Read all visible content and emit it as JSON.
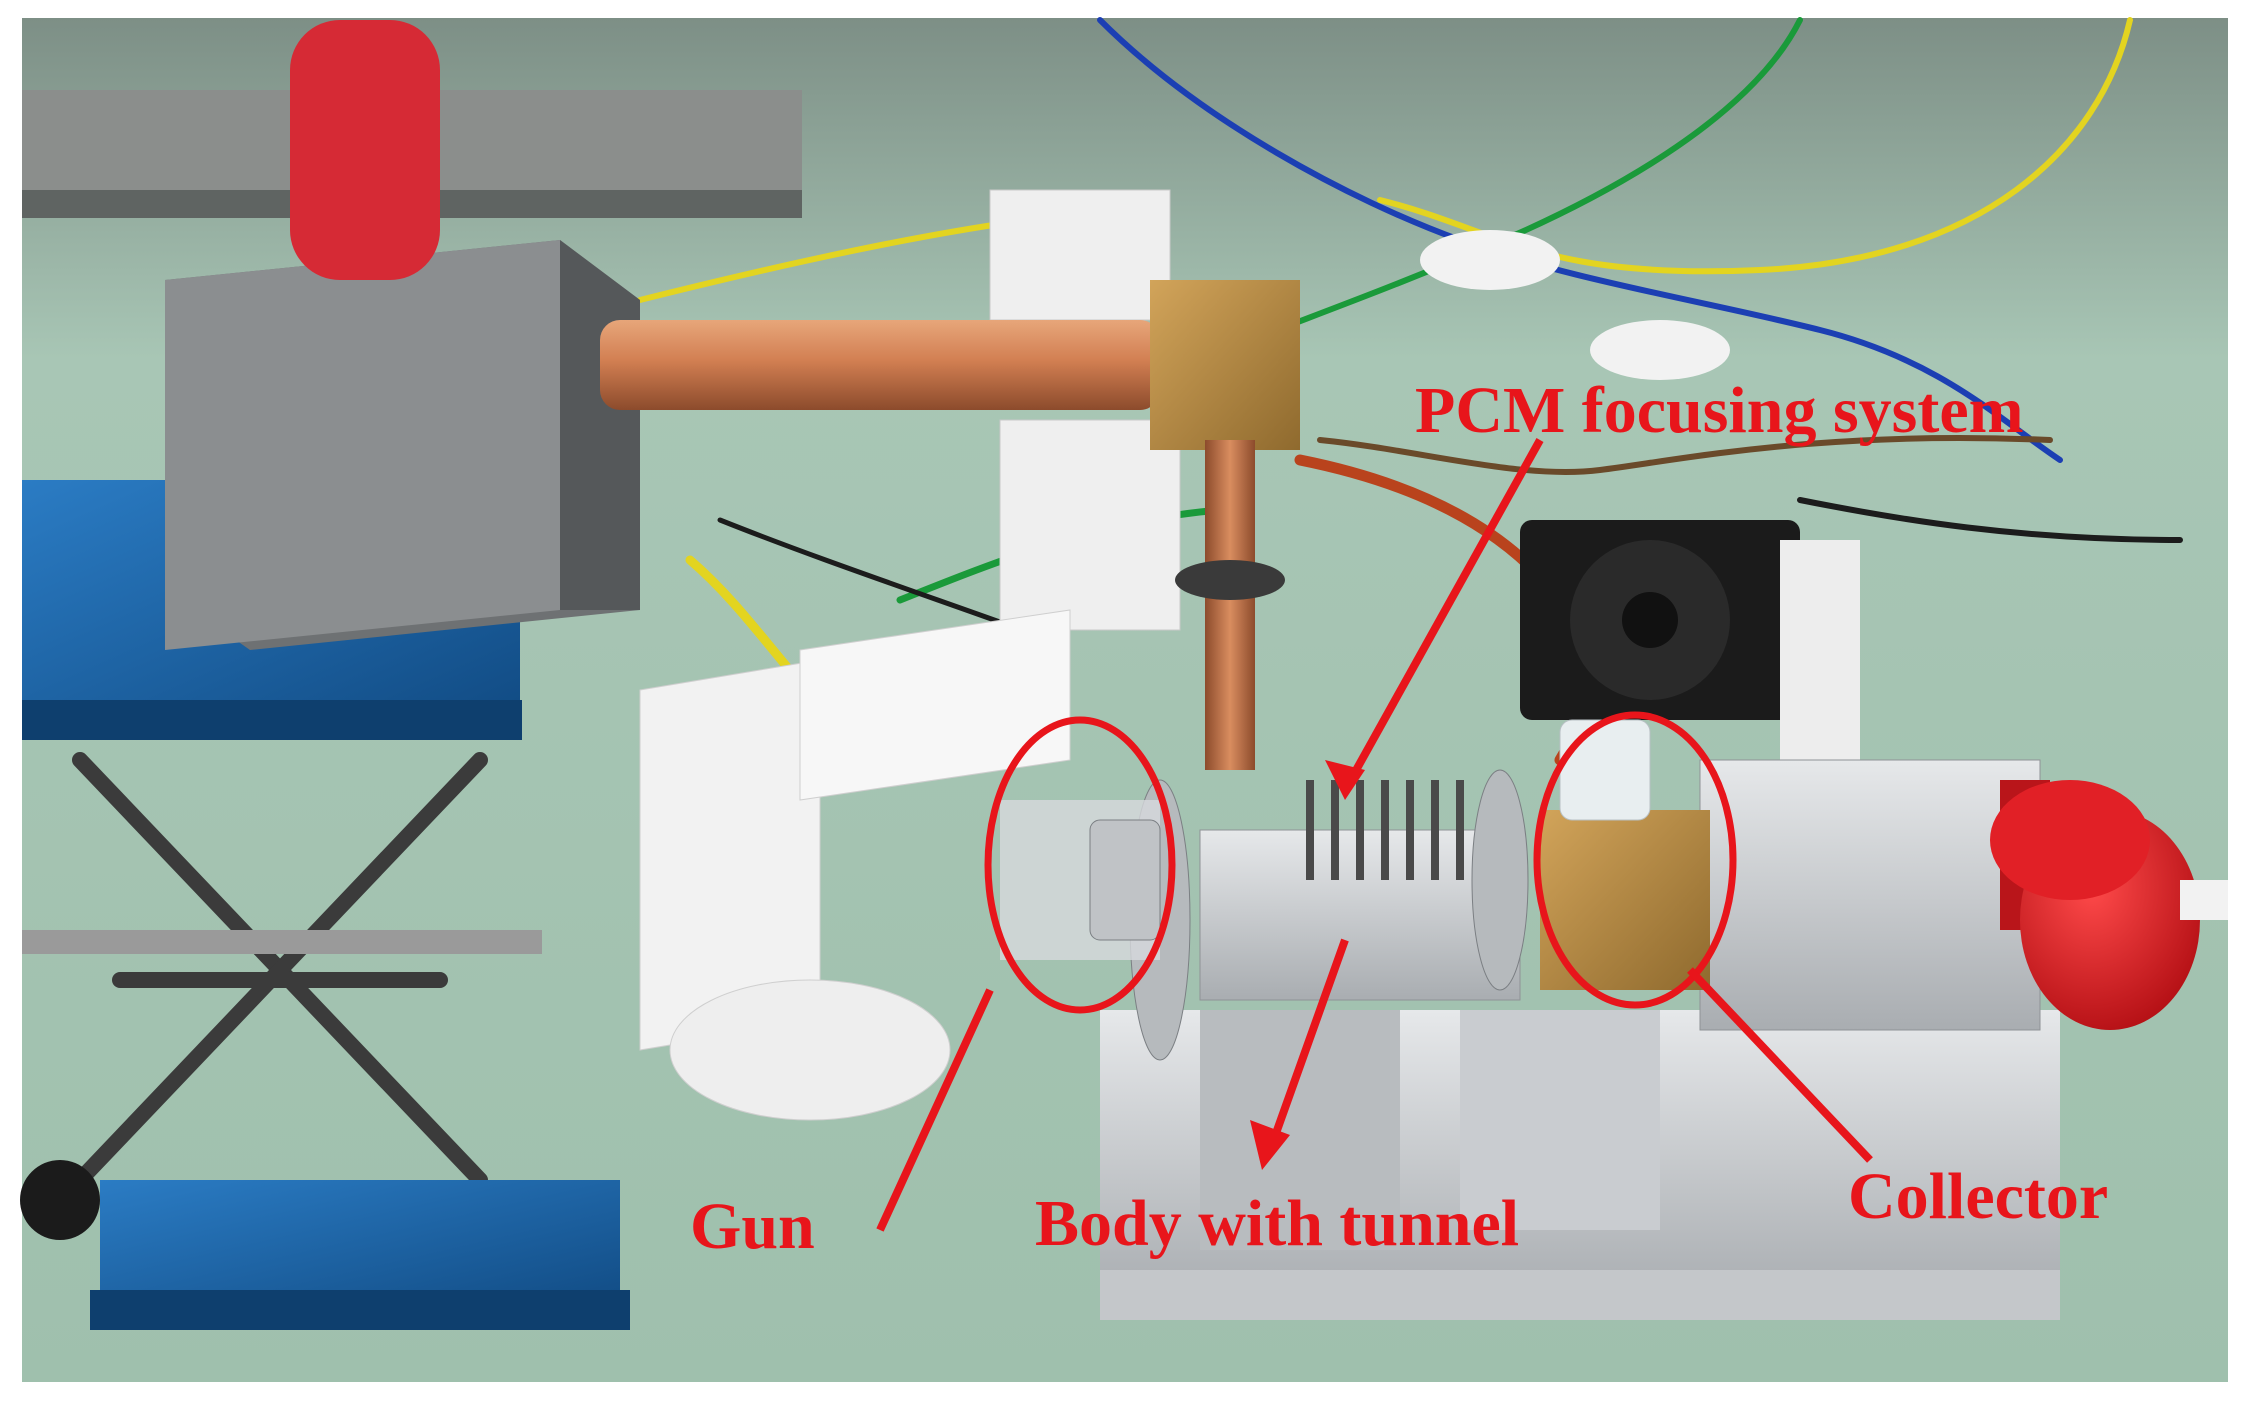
{
  "labels": {
    "pcm": "PCM focusing system",
    "gun": "Gun",
    "body": "Body with tunnel",
    "collector": "Collector"
  },
  "colors": {
    "annotation": "#e8151b",
    "bench": "#a9c7b6",
    "background": "#ffffff"
  }
}
